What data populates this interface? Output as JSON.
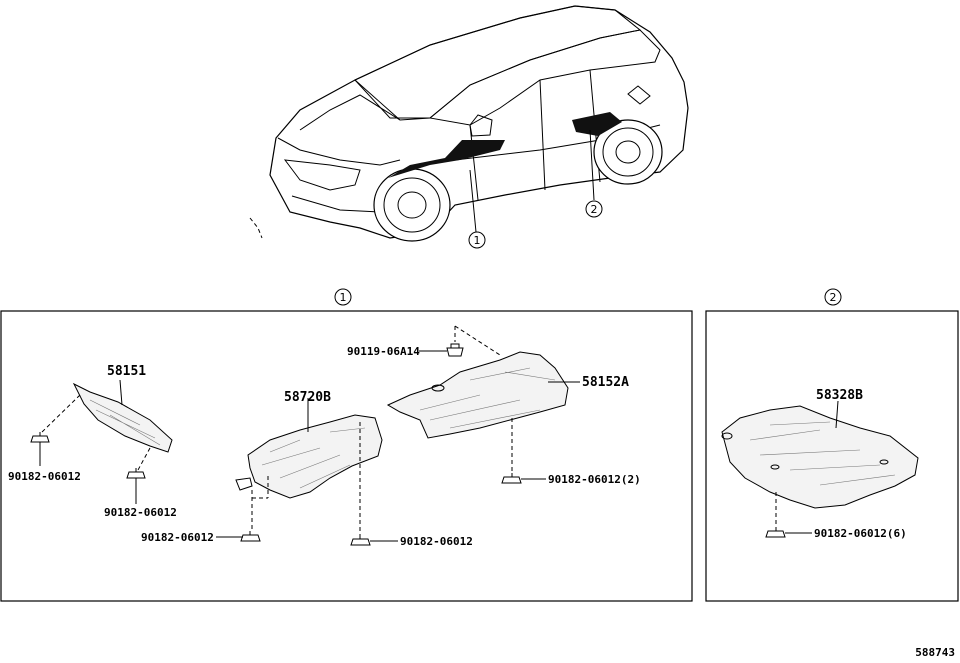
{
  "callouts": {
    "car_left": "1",
    "car_right": "2",
    "panel_left": "1",
    "panel_right": "2"
  },
  "parts": {
    "p58151": "58151",
    "p58720b": "58720B",
    "p58152a": "58152A",
    "p58328b": "58328B"
  },
  "fasteners": {
    "f1": "90182-06012",
    "f2": "90182-06012",
    "f3": "90182-06012",
    "f4": "90182-06012",
    "f5": "90182-06012(2)",
    "f6": "90119-06A14",
    "f7": "90182-06012(6)"
  },
  "diagram_id": "588743"
}
